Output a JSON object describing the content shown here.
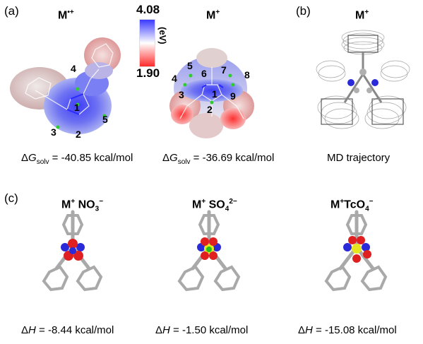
{
  "panels": {
    "a": "(a)",
    "b": "(b)",
    "c": "(c)"
  },
  "colorbar": {
    "max": "4.08",
    "min": "1.90",
    "unit": "(eV)",
    "colors": {
      "top": "#3a3aff",
      "middle": "#ffffff",
      "bottom": "#ff2a2a"
    }
  },
  "titles": {
    "a_left": "M",
    "a_left_sup": "•+",
    "a_right": "M",
    "a_right_sup": "+",
    "b": "M",
    "b_sup": "+",
    "c1": "M",
    "c1_sup": "+",
    "c1_anion": "NO",
    "c1_sub": "3",
    "c1_charge": "−",
    "c2": "M",
    "c2_sup": "+",
    "c2_anion": "SO",
    "c2_sub": "4",
    "c2_charge": "2−",
    "c3": "M",
    "c3_sup": "+",
    "c3_anion": "TcO",
    "c3_sub": "4",
    "c3_charge": "−"
  },
  "captions": {
    "dg1_prefix": "Δ",
    "dg1_var": "G",
    "dg1_sub": "solv",
    "dg1_value": " = -40.85 kcal/mol",
    "dg2_prefix": "Δ",
    "dg2_var": "G",
    "dg2_sub": "solv",
    "dg2_value": " = -36.69 kcal/mol",
    "md": "MD  trajectory",
    "dh1_prefix": "Δ",
    "dh1_var": "H",
    "dh1_value": " = -8.44 kcal/mol",
    "dh2_prefix": "Δ",
    "dh2_var": "H",
    "dh2_value": " = -1.50 kcal/mol",
    "dh3_prefix": "Δ",
    "dh3_var": "H",
    "dh3_value": " = -15.08 kcal/mol"
  },
  "site_labels_left": [
    "1",
    "2",
    "3",
    "4",
    "5"
  ],
  "site_labels_right": [
    "1",
    "2",
    "3",
    "4",
    "5",
    "6",
    "7",
    "8",
    "9"
  ]
}
